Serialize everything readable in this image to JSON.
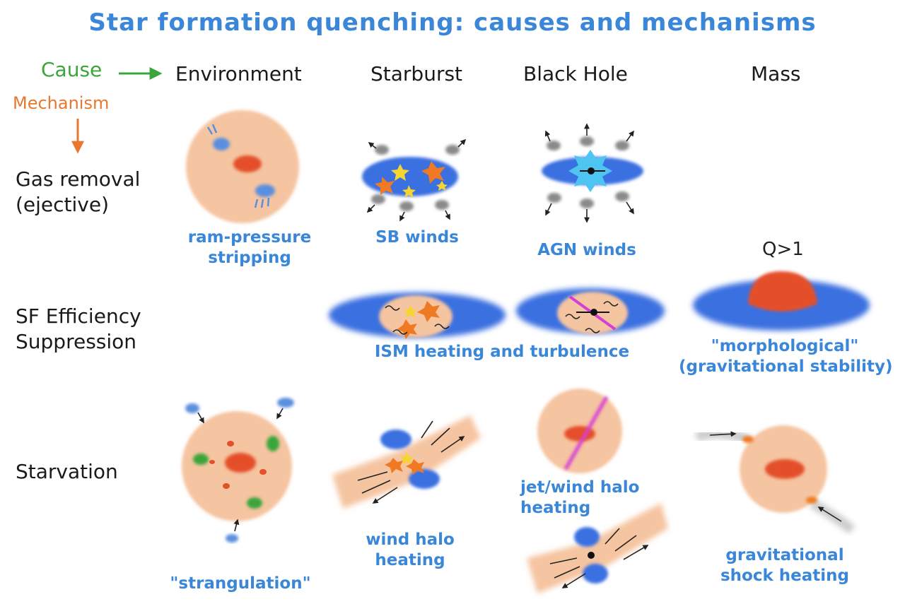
{
  "title": "Star formation quenching: causes and mechanisms",
  "axis_labels": {
    "cause": "Cause",
    "mechanism": "Mechanism"
  },
  "columns": [
    "Environment",
    "Starburst",
    "Black Hole",
    "Mass"
  ],
  "rows": [
    {
      "line1": "Gas removal",
      "line2": "(ejective)"
    },
    {
      "line1": "SF Efficiency",
      "line2": "Suppression"
    },
    {
      "line1": "Starvation",
      "line2": ""
    }
  ],
  "captions": {
    "ram_pressure": {
      "line1": "ram-pressure",
      "line2": "stripping"
    },
    "sb_winds": "SB winds",
    "agn_winds": "AGN winds",
    "q_label": "Q>1",
    "ism_heating": "ISM heating and turbulence",
    "morphological": {
      "line1": "\"morphological\"",
      "line2": "(gravitational stability)"
    },
    "strangulation": "\"strangulation\"",
    "wind_halo": {
      "line1": "wind halo",
      "line2": "heating"
    },
    "jet_wind_halo": {
      "line1": "jet/wind halo",
      "line2": "heating"
    },
    "grav_shock": {
      "line1": "gravitational",
      "line2": "shock heating"
    }
  },
  "colors": {
    "title": "#3a86d8",
    "cause": "#3aa53a",
    "mechanism": "#e8782e",
    "halo": "#f5c4a0",
    "core": "#e4502a",
    "disk": "#3b6fe0",
    "star": "#f5d630",
    "burst": "#f07a24",
    "cloud": "#8a8a8a",
    "jet": "#d63fd6",
    "green_blob": "#3aa53a"
  }
}
